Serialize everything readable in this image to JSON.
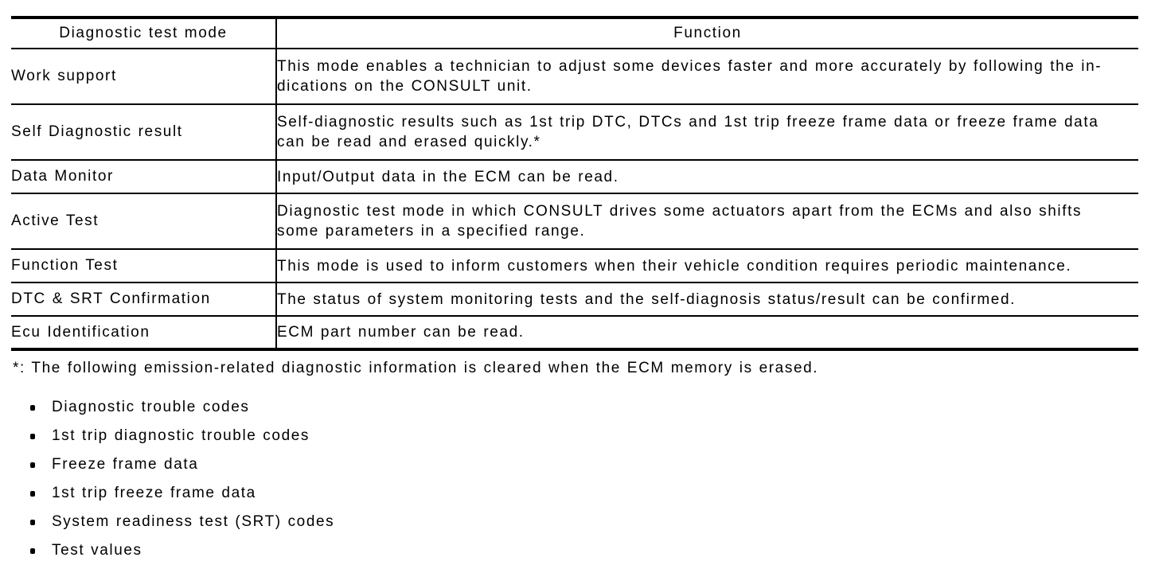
{
  "table": {
    "headers": {
      "mode": "Diagnostic test mode",
      "function": "Function"
    },
    "rows": [
      {
        "mode": "Work support",
        "function": "This mode enables a technician to adjust some devices faster and more accurately by following the in-\ndications on the CONSULT unit."
      },
      {
        "mode": "Self Diagnostic result",
        "function": "Self-diagnostic results such as 1st trip DTC, DTCs and 1st trip freeze frame data or freeze frame data\ncan be read and erased quickly.*"
      },
      {
        "mode": "Data Monitor",
        "function": "Input/Output data in the ECM can be read."
      },
      {
        "mode": "Active Test",
        "function": "Diagnostic test mode in which CONSULT drives some actuators apart from the ECMs and also shifts\nsome parameters in a specified range."
      },
      {
        "mode": "Function Test",
        "function": "This mode is used to inform customers when their vehicle condition requires periodic maintenance."
      },
      {
        "mode": "DTC & SRT Confirmation",
        "function": "The status of system monitoring tests and the self-diagnosis status/result can be confirmed."
      },
      {
        "mode": "Ecu Identification",
        "function": "ECM part number can be read."
      }
    ]
  },
  "footnote": "*: The following emission-related diagnostic information is cleared when the ECM memory is erased.",
  "bullets": [
    "Diagnostic trouble codes",
    "1st trip diagnostic trouble codes",
    "Freeze frame data",
    "1st trip freeze frame data",
    "System readiness test (SRT) codes",
    "Test values"
  ],
  "colors": {
    "text": "#000000",
    "background": "#ffffff",
    "border": "#000000"
  }
}
